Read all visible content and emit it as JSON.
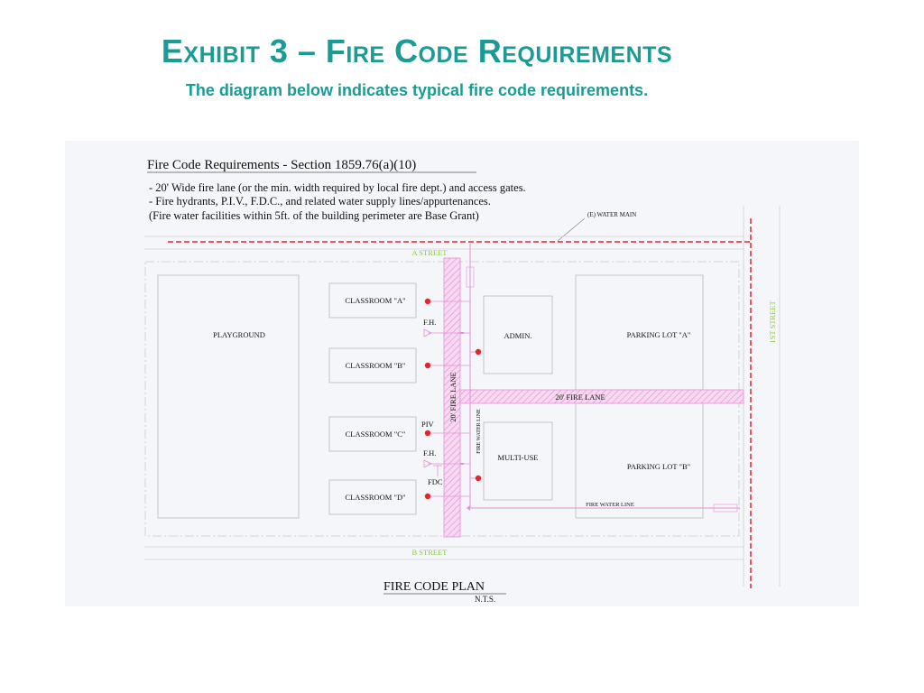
{
  "header": {
    "title": "Exhibit 3 – Fire Code Requirements",
    "subtitle": "The diagram below indicates typical fire code requirements."
  },
  "plan": {
    "heading": "Fire Code Requirements - Section 1859.76(a)(10)",
    "notes": [
      "- 20' Wide fire lane (or the min. width required by local fire dept.) and access gates.",
      "- Fire hydrants, P.I.V., F.D.C., and related water supply lines/appurtenances.",
      "(Fire water facilities within 5ft. of the building perimeter are Base Grant)"
    ],
    "water_main": "(E) WATER MAIN",
    "streets": {
      "a": "A STREET",
      "b": "B STREET",
      "first": "1ST STREET"
    },
    "buildings": {
      "playground": "PLAYGROUND",
      "classroom_a": "CLASSROOM \"A\"",
      "classroom_b": "CLASSROOM \"B\"",
      "classroom_c": "CLASSROOM \"C\"",
      "classroom_d": "CLASSROOM \"D\"",
      "admin": "ADMIN.",
      "multi_use": "MULTI-USE",
      "parking_a": "PARKING LOT \"A\"",
      "parking_b": "PARKING LOT \"B\""
    },
    "fire_lane_vertical": "20' FIRE LANE",
    "fire_lane_horizontal": "20' FIRE LANE",
    "fire_water_line_vertical": "FIRE WATER LINE",
    "fire_water_line_horizontal": "FIRE WATER LINE",
    "labels": {
      "fh1": "F.H.",
      "fh2": "F.H.",
      "piv": "PIV",
      "fdc": "FDC"
    },
    "plan_title": "FIRE CODE PLAN",
    "scale": "N.T.S."
  },
  "colors": {
    "accent": "#1a9b95",
    "fire": "#e8242a",
    "lane": "#e58fd6",
    "street_text": "#8dc63f"
  }
}
